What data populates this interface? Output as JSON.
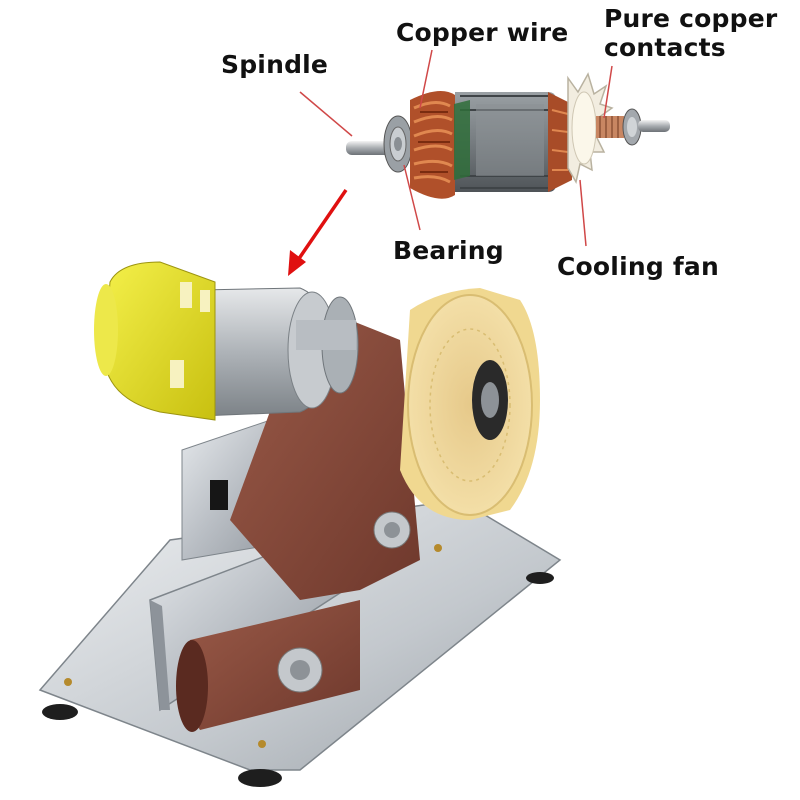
{
  "labels": {
    "spindle": "Spindle",
    "copper_wire": "Copper wire",
    "pure_copper_contacts_line1": "Pure copper",
    "pure_copper_contacts_line2": "contacts",
    "bearing": "Bearing",
    "cooling_fan": "Cooling fan"
  },
  "colors": {
    "arrow": "#e01010",
    "leader_line": "#d04848",
    "motor_yellow": "#e8e020",
    "sanding_belt": "#8a4a3a",
    "buffing_wheel": "#f2dc9a",
    "steel": "#c8ccd0"
  }
}
